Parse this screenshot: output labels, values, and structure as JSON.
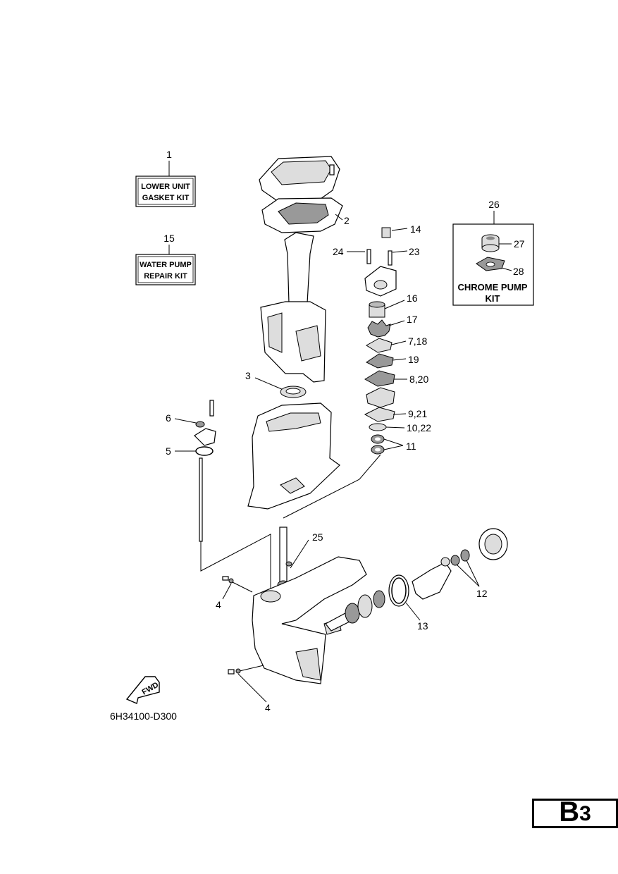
{
  "kits": {
    "lower_unit": {
      "number": "1",
      "line1": "LOWER UNIT",
      "line2": "GASKET KIT"
    },
    "water_pump": {
      "number": "15",
      "line1": "WATER PUMP",
      "line2": "REPAIR KIT"
    },
    "chrome_pump": {
      "number": "26",
      "line1": "CHROME PUMP",
      "line2": "KIT"
    }
  },
  "callouts": {
    "c2": "2",
    "c3": "3",
    "c4a": "4",
    "c4b": "4",
    "c5": "5",
    "c6": "6",
    "c7_18": "7,18",
    "c8_20": "8,20",
    "c9_21": "9,21",
    "c10_22": "10,22",
    "c11": "11",
    "c12": "12",
    "c13": "13",
    "c14": "14",
    "c16": "16",
    "c17": "17",
    "c19": "19",
    "c23": "23",
    "c24": "24",
    "c25": "25",
    "c27": "27",
    "c28": "28"
  },
  "fwd_label": "FWD",
  "diagram_code": "6H34100-D300",
  "page_id": {
    "letter": "B",
    "number": "3"
  }
}
